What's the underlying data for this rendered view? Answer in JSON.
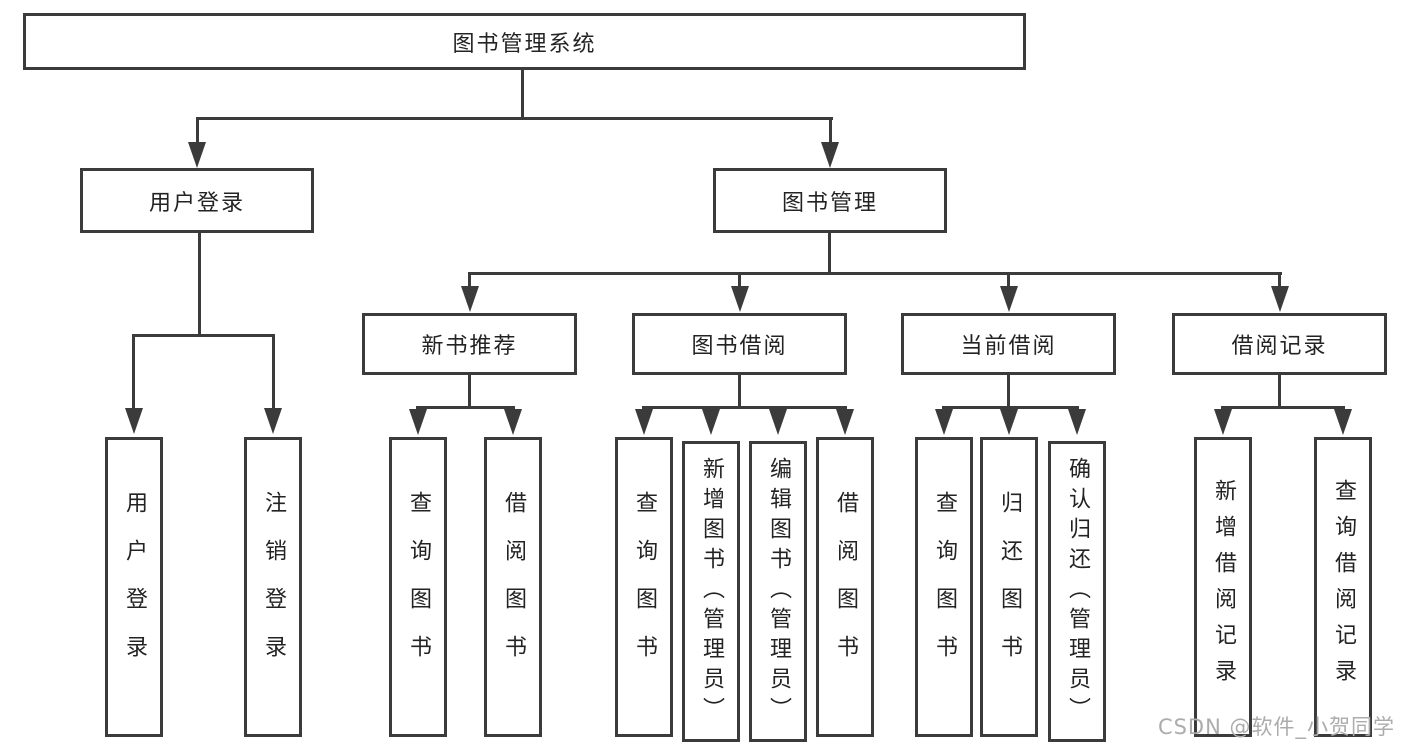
{
  "tree": {
    "root": "图书管理系统",
    "branches": [
      {
        "label": "用户登录",
        "children": [
          "用户登录",
          "注销登录"
        ]
      },
      {
        "label": "图书管理",
        "children": [
          {
            "label": "新书推荐",
            "children": [
              "查询图书",
              "借阅图书"
            ]
          },
          {
            "label": "图书借阅",
            "children": [
              "查询图书",
              "新增图书（管理员）",
              "编辑图书（管理员）",
              "借阅图书"
            ]
          },
          {
            "label": "当前借阅",
            "children": [
              "查询图书",
              "归还图书",
              "确认归还（管理员）"
            ]
          },
          {
            "label": "借阅记录",
            "children": [
              "新增借阅记录",
              "查询借阅记录"
            ]
          }
        ]
      }
    ]
  },
  "watermark": {
    "text": "CSDN @软件_小贺同学"
  },
  "colors": {
    "line": "#3b3b3b",
    "text": "#232323",
    "box_background": "#ffffff",
    "watermark": "#acacac"
  }
}
